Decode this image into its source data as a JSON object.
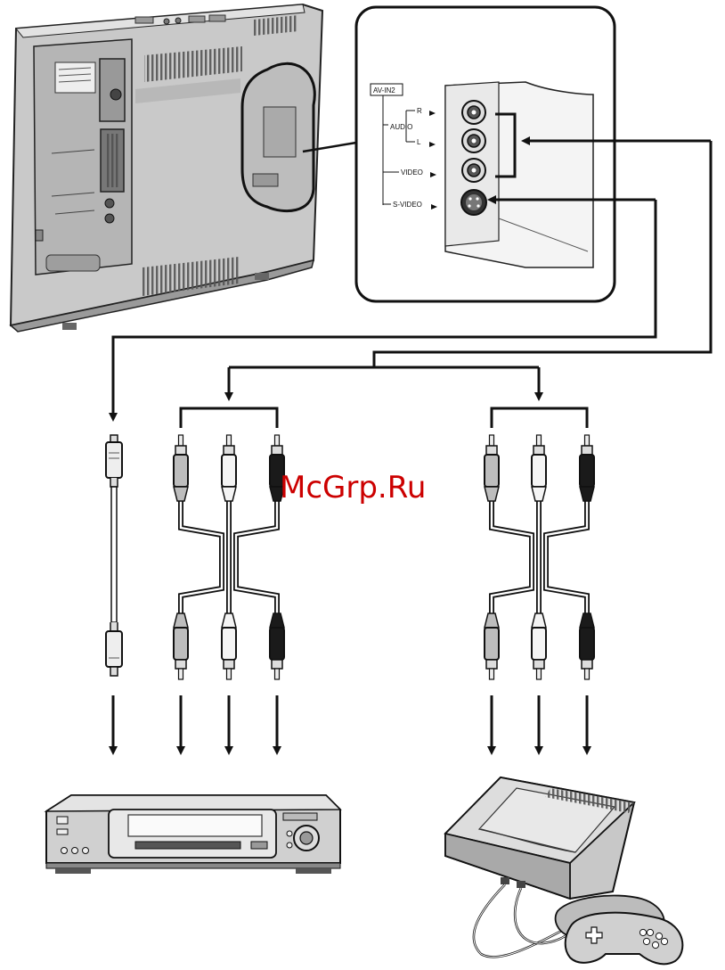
{
  "watermark": "McGrp.Ru",
  "tv_panel": {
    "labels": [
      "AV-IN2",
      "R",
      "AUDIO",
      "L",
      "VIDEO",
      "S-VIDEO"
    ]
  },
  "colors": {
    "line": "#111111",
    "device_body": "#c8c8c8",
    "device_dark": "#8a8a8a",
    "plug_red": "#1a1a1a",
    "plug_white": "#f4f4f4",
    "plug_yellow": "#bdbdbd",
    "watermark": "#cc0000"
  },
  "devices": {
    "left": "vcr",
    "right": "game-console"
  }
}
